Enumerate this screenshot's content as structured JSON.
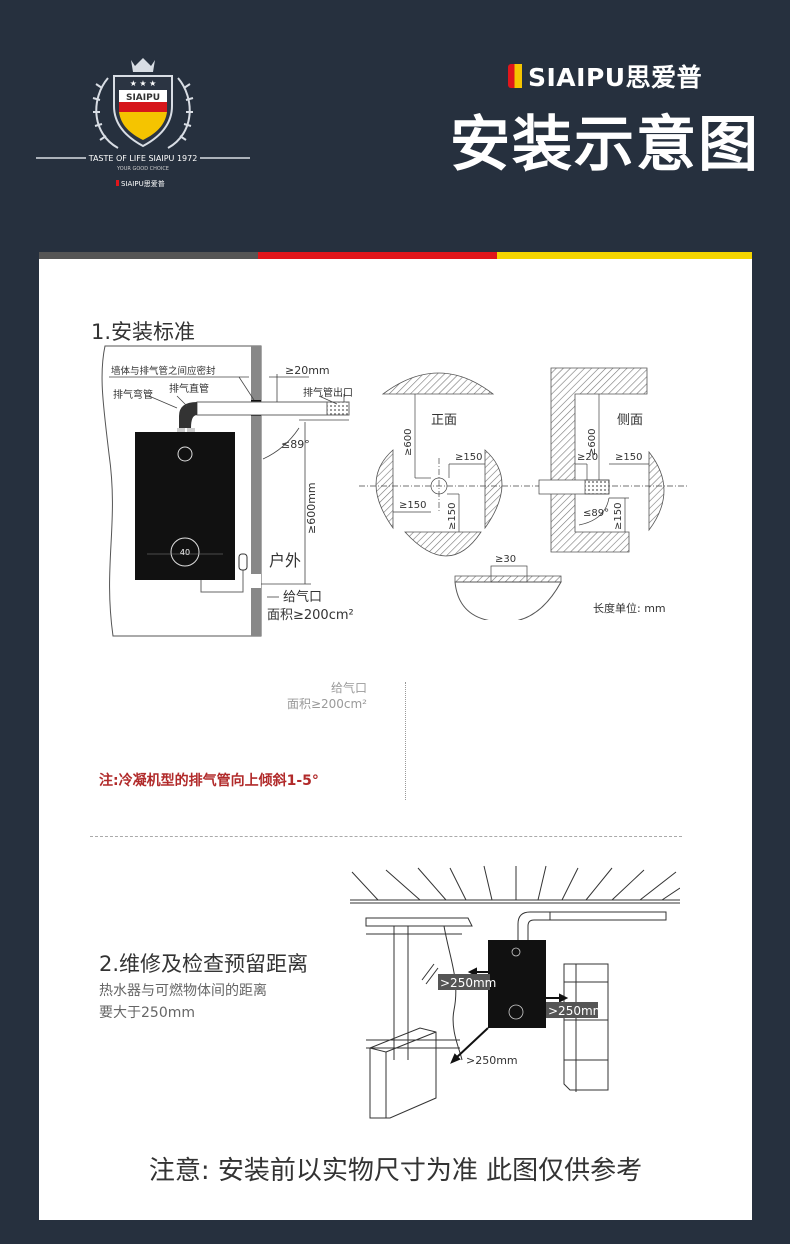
{
  "logo": {
    "shield_text": "SIAIPU",
    "tagline": "TASTE OF LIFE SIAIPU 1972",
    "subtagline": "YOUR GOOD CHOICE",
    "small_brand": "SIAIPU思爱普"
  },
  "header": {
    "brand": "SIAIPU思爱普",
    "title": "安装示意图"
  },
  "colors": {
    "background": "#26303e",
    "stripe_gray": "#555555",
    "stripe_red": "#e0161b",
    "stripe_yellow": "#f5d400",
    "note_red": "#b12a2a"
  },
  "section1": {
    "title": "1.安装标准",
    "side_labels": {
      "seal": "墙体与排气管之间应密封",
      "gap20": "≥20mm",
      "elbow": "排气弯管",
      "straight": "排气直管",
      "outlet": "排气管出口",
      "angle": "≤89°",
      "height": "≥600mm",
      "outdoor": "户外",
      "intake": "给气口",
      "area": "面积≥200cm²",
      "heater_display": "40"
    },
    "clearance_labels": {
      "front": "正面",
      "side": "侧面",
      "top600_front": "≥600",
      "right150_front": "≥150",
      "left150_front": "≥150",
      "bottom150_front": "≥150",
      "top600_side": "≥600",
      "gap20_side": "≥20",
      "right150_side": "≥150",
      "angle_side": "≤89°",
      "bottom150_side": "≥150",
      "gap30": "≥30",
      "unit": "长度单位: mm"
    },
    "faded_intake": "给气口",
    "faded_area": "面积≥200cm²",
    "note": "注:冷凝机型的排气管向上倾斜1-5°"
  },
  "section2": {
    "title": "2.维修及检查预留距离",
    "desc_line1": "热水器与可燃物体间的距离",
    "desc_line2": "要大于250mm",
    "left_distance": ">250mm",
    "right_distance": ">250mm",
    "front_distance": ">250mm"
  },
  "footer_note": "注意: 安装前以实物尺寸为准 此图仅供参考"
}
